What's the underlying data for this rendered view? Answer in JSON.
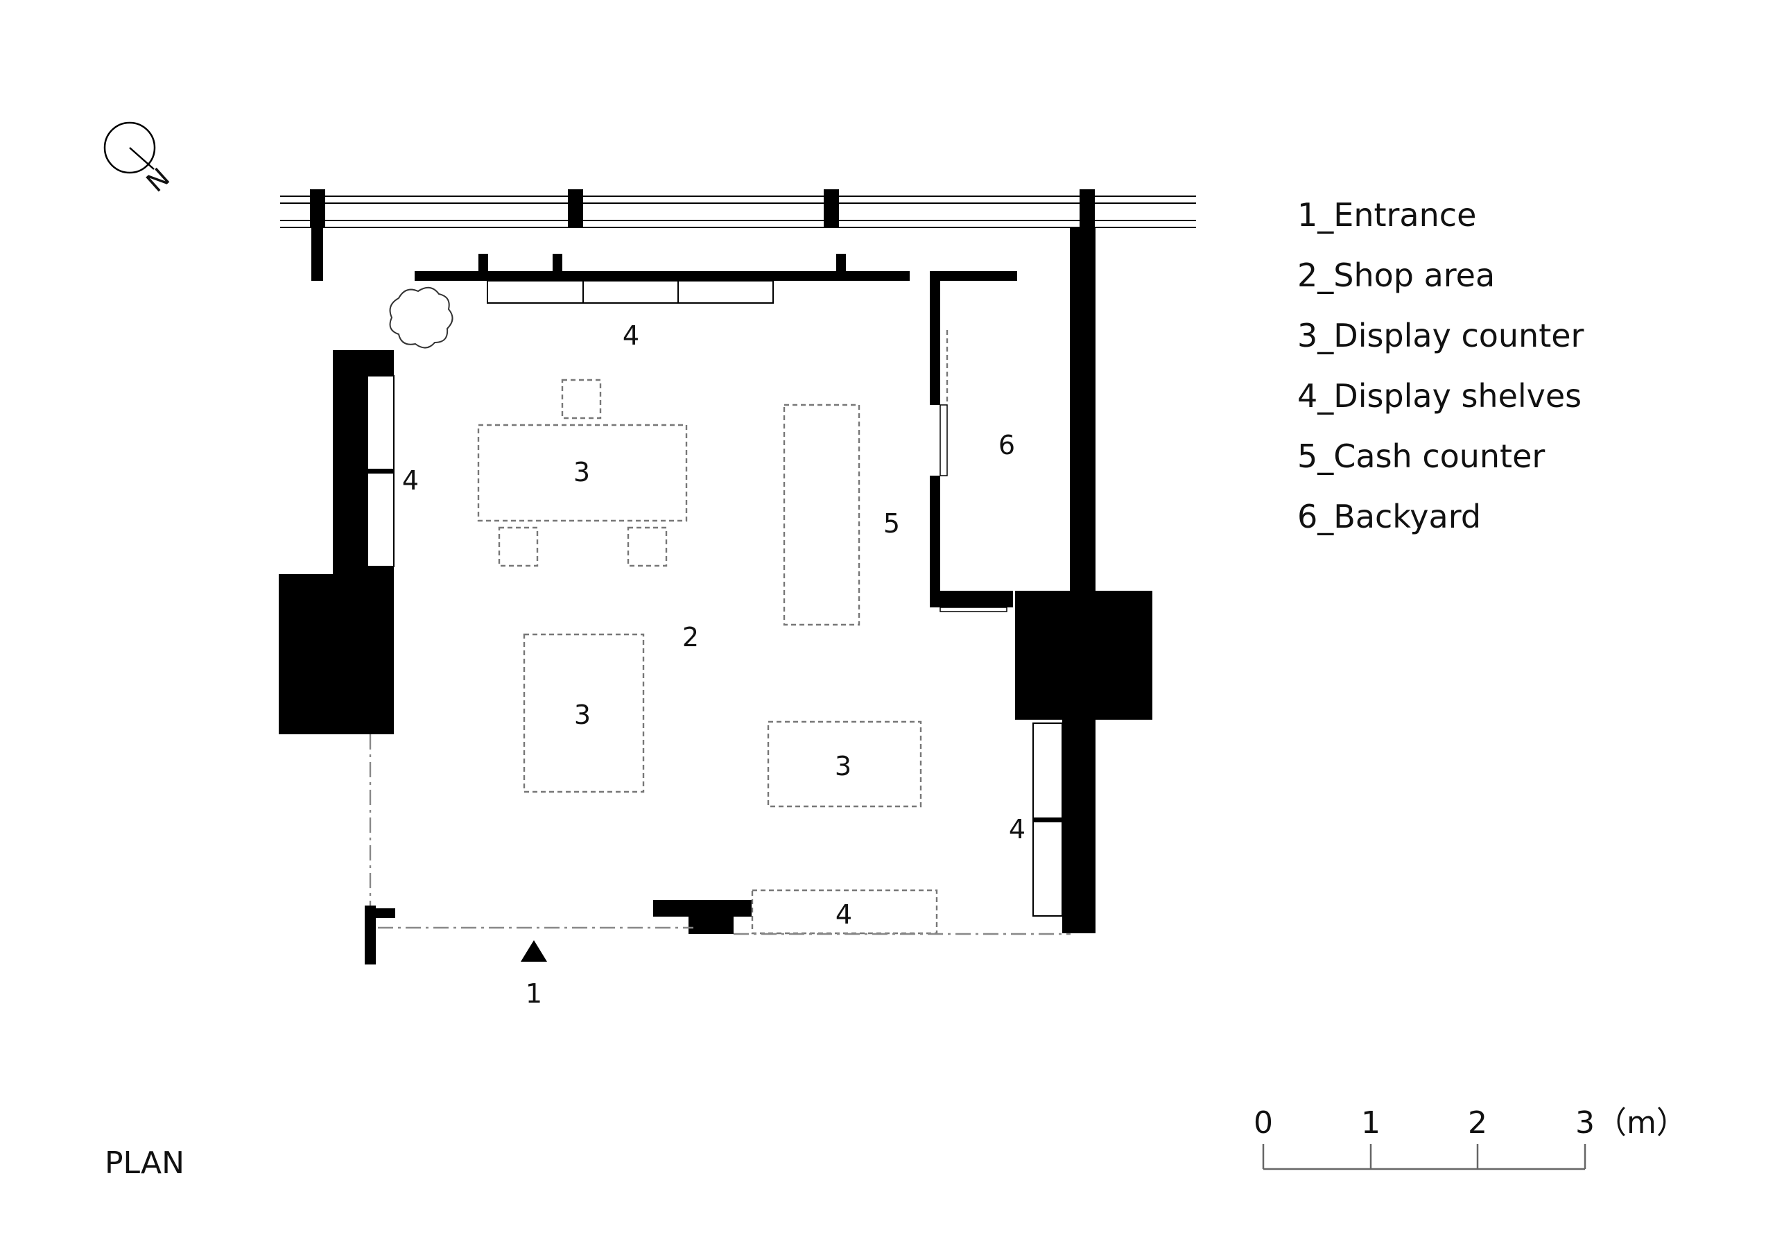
{
  "north": {
    "label": "N"
  },
  "room_labels": {
    "entrance": "1",
    "shop_area": "2",
    "counter_a": "3",
    "counter_b": "3",
    "counter_c": "3",
    "shelves_top": "4",
    "shelves_left": "4",
    "shelves_right": "4",
    "shelves_bottom": "4",
    "cash_counter": "5",
    "backyard": "6"
  },
  "legend": [
    {
      "text": "1_Entrance"
    },
    {
      "text": "2_Shop area"
    },
    {
      "text": "3_Display counter"
    },
    {
      "text": "4_Display shelves"
    },
    {
      "text": "5_Cash counter"
    },
    {
      "text": "6_Backyard"
    }
  ],
  "scale_bar": {
    "ticks": [
      "0",
      "1",
      "2",
      "3"
    ],
    "unit": "（m）"
  },
  "title": "PLAN"
}
